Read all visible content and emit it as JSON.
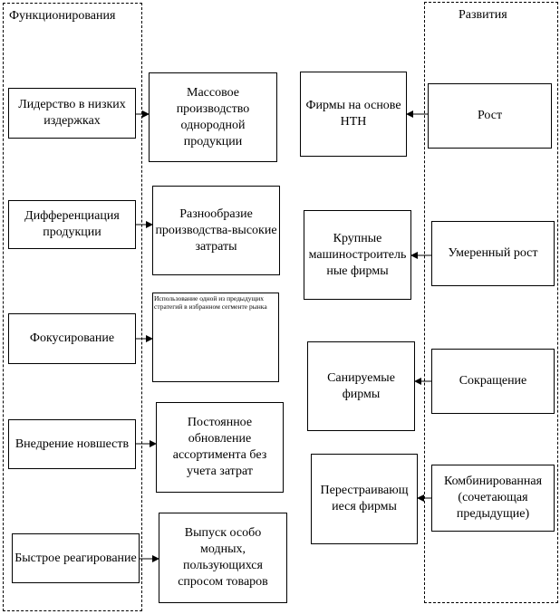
{
  "left_group": {
    "title": "Функционирования",
    "boxes": [
      "Лидерство в низких издержках",
      "Дифференциация продукции",
      "Фокусирование",
      "Внедрение новшеств",
      "Быстрое реагирование"
    ],
    "results": [
      "Массовое производство однородной продукции",
      "Разнообразие производства-высокие затраты",
      "Использование одной из предыдущих стратегий в избранном сегменте рынка",
      "Постоянное обновление ассортимента без учета затрат",
      "Выпуск особо модных, пользующихся спросом товаров"
    ]
  },
  "right_group": {
    "title": "Развития",
    "boxes": [
      "Рост",
      "Умеренный рост",
      "Сокращение",
      "Комбинированная (сочетающая предыдущие)"
    ],
    "results": [
      "Фирмы на основе НТН",
      "Крупные машиностроитель ные фирмы",
      "Санируемые фирмы",
      "Перестраивающ иеся фирмы"
    ]
  }
}
